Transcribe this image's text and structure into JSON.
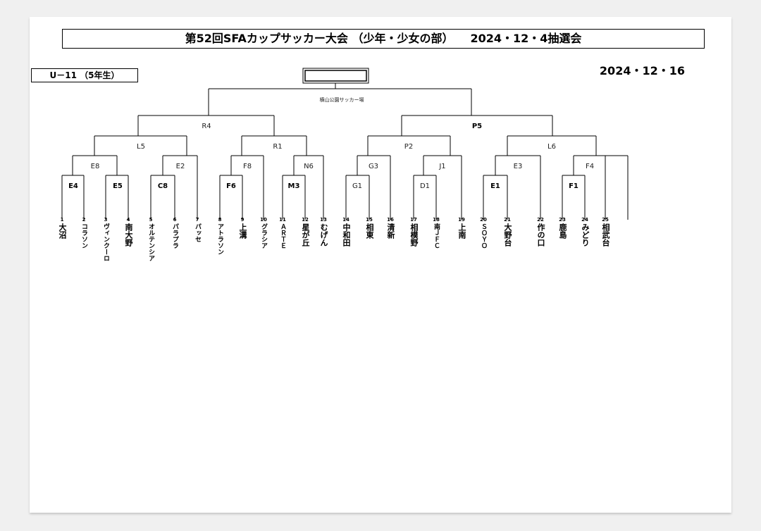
{
  "title": "第52回SFAカップサッカー大会 （少年・少女の部）　　2024・12・4抽選会",
  "age_label": "U－11 （5年生）",
  "date": "2024・12・16",
  "final_box_text": "",
  "venue": "横山公園サッカー場",
  "semifinal_labels": [
    "R4",
    "P5"
  ],
  "quarterfinal_labels": [
    "L5",
    "R1",
    "P2",
    "L6"
  ],
  "round2_labels": [
    "E8",
    "E2",
    "F8",
    "N6",
    "G3",
    "J1",
    "E3",
    "F4"
  ],
  "round1_labels": [
    "E4",
    "E5",
    "C8",
    "F6",
    "M3",
    "G1",
    "D1",
    "E1",
    "F1"
  ],
  "teams": [
    {
      "num": "1",
      "name": "大沼"
    },
    {
      "num": "2",
      "name": "コラソン"
    },
    {
      "num": "3",
      "name": "ヴィンクーロ"
    },
    {
      "num": "4",
      "name": "南大野"
    },
    {
      "num": "5",
      "name": "オルテンシア"
    },
    {
      "num": "6",
      "name": "パラプラ"
    },
    {
      "num": "7",
      "name": "パッセ"
    },
    {
      "num": "8",
      "name": "アトラソン"
    },
    {
      "num": "9",
      "name": "上溝"
    },
    {
      "num": "10",
      "name": "グラシア"
    },
    {
      "num": "11",
      "name": "ＡＲＴＥ"
    },
    {
      "num": "12",
      "name": "星が丘"
    },
    {
      "num": "13",
      "name": "むげん"
    },
    {
      "num": "14",
      "name": "中和田"
    },
    {
      "num": "15",
      "name": "相東"
    },
    {
      "num": "16",
      "name": "清新"
    },
    {
      "num": "17",
      "name": "相模野"
    },
    {
      "num": "18",
      "name": "南ＪＦＣ"
    },
    {
      "num": "19",
      "name": "上南"
    },
    {
      "num": "20",
      "name": "ＳＯＹＯ"
    },
    {
      "num": "21",
      "name": "大野台"
    },
    {
      "num": "22",
      "name": "作の口"
    },
    {
      "num": "23",
      "name": "鹿島"
    },
    {
      "num": "24",
      "name": "みどり"
    },
    {
      "num": "25",
      "name": "相武台"
    }
  ]
}
